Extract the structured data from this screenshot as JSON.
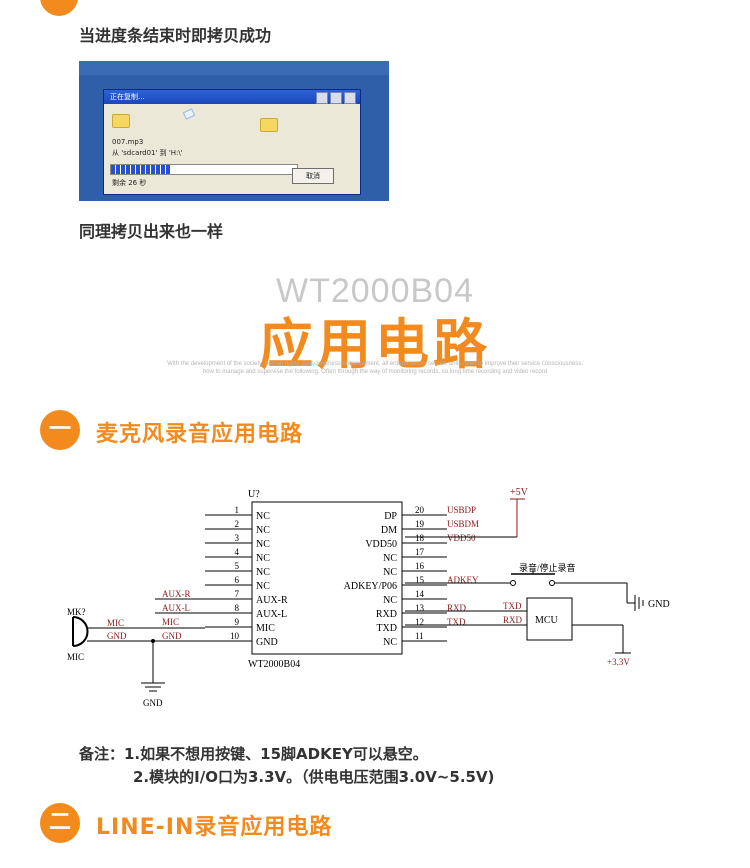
{
  "top": {
    "line1": "当进度条结束时即拷贝成功",
    "line2": "同理拷贝出来也一样"
  },
  "dialog": {
    "title": "正在复制...",
    "file": "007.mp3",
    "from_to": "从 'sdcard01' 到 'H:\\'",
    "remaining": "剩余 26 秒",
    "cancel": "取消",
    "progress": 0.32
  },
  "hero": {
    "ghost": "WT2000B04",
    "title": "应用电路",
    "tiny_line1": "With the development of the society, human rights consciousness enhancement, all enterprises or service units need to improve their service consciousness,",
    "tiny_line2": "how to manage and supervise the following. Often through the way of monitoring records, so long time recording and video record"
  },
  "section1": {
    "num": "一",
    "title": "麦克风录音应用电路"
  },
  "section2": {
    "num": "二",
    "title": "LINE-IN录音应用电路"
  },
  "schematic": {
    "ref": "U?",
    "part": "WT2000B04",
    "left_pins": [
      {
        "num": "1",
        "name": "NC",
        "net": ""
      },
      {
        "num": "2",
        "name": "NC",
        "net": ""
      },
      {
        "num": "3",
        "name": "NC",
        "net": ""
      },
      {
        "num": "4",
        "name": "NC",
        "net": ""
      },
      {
        "num": "5",
        "name": "NC",
        "net": ""
      },
      {
        "num": "6",
        "name": "NC",
        "net": ""
      },
      {
        "num": "7",
        "name": "AUX-R",
        "net": "AUX-R"
      },
      {
        "num": "8",
        "name": "AUX-L",
        "net": "AUX-L"
      },
      {
        "num": "9",
        "name": "MIC",
        "net": "MIC"
      },
      {
        "num": "10",
        "name": "GND",
        "net": "GND"
      }
    ],
    "right_pins": [
      {
        "num": "20",
        "name": "DP",
        "net": "USBDP"
      },
      {
        "num": "19",
        "name": "DM",
        "net": "USBDM"
      },
      {
        "num": "18",
        "name": "VDD50",
        "net": "VDD50"
      },
      {
        "num": "17",
        "name": "NC",
        "net": ""
      },
      {
        "num": "16",
        "name": "NC",
        "net": ""
      },
      {
        "num": "15",
        "name": "ADKEY/P06",
        "net": "ADKEY"
      },
      {
        "num": "14",
        "name": "NC",
        "net": ""
      },
      {
        "num": "13",
        "name": "RXD",
        "net": "RXD"
      },
      {
        "num": "12",
        "name": "TXD",
        "net": "TXD"
      },
      {
        "num": "11",
        "name": "NC",
        "net": ""
      }
    ],
    "vcc5": "+5V",
    "key_label": "录音/停止录音",
    "gnd": "GND",
    "mcu": "MCU",
    "mcu_txd": "TXD",
    "mcu_rxd": "RXD",
    "vcc33": "+3.3V",
    "mic_ref": "MK?",
    "mic_label": "MIC",
    "mic_net": "MIC",
    "mic_gnd": "GND"
  },
  "notes": {
    "line1": "备注：1.如果不想用按键、15脚ADKEY可以悬空。",
    "line2": "2.模块的I/O口为3.3V。（供电电压范围3.0V~5.5V)"
  }
}
